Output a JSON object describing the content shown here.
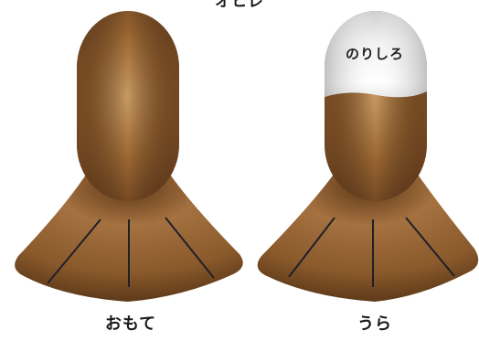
{
  "title": "オヒレ",
  "front": {
    "label": "おもて"
  },
  "back": {
    "label": "うら",
    "glue_area_label": "のりしろ"
  },
  "colors": {
    "brown_dark": "#5e3a1a",
    "brown_mid": "#8a5a2b",
    "brown_light": "#c99a63",
    "glue_white": "#ffffff",
    "glue_gray": "#b9b9b9",
    "fold_line": "#1f1f2a"
  }
}
